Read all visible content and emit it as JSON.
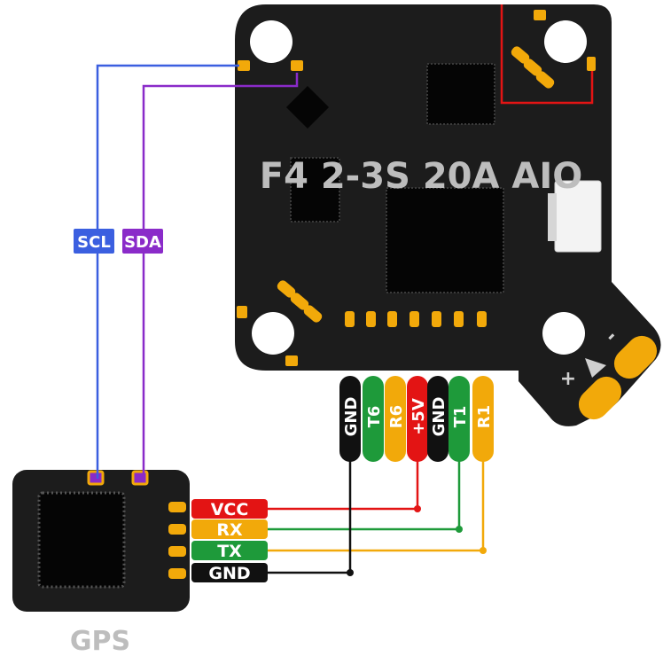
{
  "board": {
    "title": "F4 2-3S 20A AIO",
    "pins": [
      {
        "label": "GND",
        "color": "#111111"
      },
      {
        "label": "T6",
        "color": "#1e9a3a"
      },
      {
        "label": "R6",
        "color": "#f2a90a"
      },
      {
        "label": "+5V",
        "color": "#e31414"
      },
      {
        "label": "GND",
        "color": "#111111"
      },
      {
        "label": "T1",
        "color": "#1e9a3a"
      },
      {
        "label": "R1",
        "color": "#f2a90a"
      }
    ],
    "motor_plus": "+",
    "motor_minus": "-"
  },
  "gps": {
    "title": "GPS",
    "pins": [
      {
        "label": "VCC",
        "color": "#e31414"
      },
      {
        "label": "RX",
        "color": "#f2a90a"
      },
      {
        "label": "TX",
        "color": "#1e9a3a"
      },
      {
        "label": "GND",
        "color": "#111111"
      }
    ]
  },
  "i2c": {
    "scl": {
      "label": "SCL",
      "color": "#3b5fe0"
    },
    "sda": {
      "label": "SDA",
      "color": "#8a2bc9"
    }
  },
  "colors": {
    "board": "#1c1c1c",
    "pad": "#f2a90a",
    "chip": "#050505",
    "title_text": "#bdbdbd"
  }
}
